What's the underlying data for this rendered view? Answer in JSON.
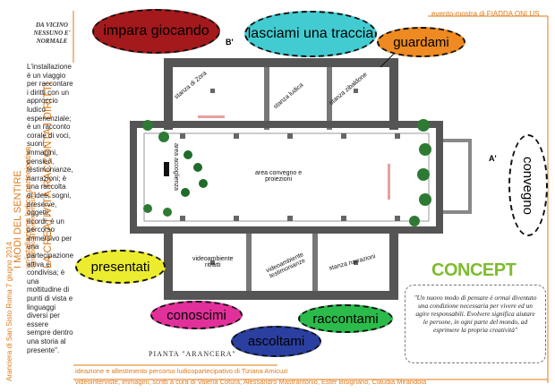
{
  "header": {
    "event_label": "evento-mostra di FIADDA ONLUS",
    "left_badge_line1": "DA VICINO",
    "left_badge_line2": "NESSUNO E'",
    "left_badge_line3": "NORMALE"
  },
  "left_column": {
    "title_line1": "I MODI DEL SENTIRE",
    "title_line2": "un'istallazione ludico-partecipativa",
    "title_line3": "contributo all'evento-mostra",
    "title_line4": "LA CREATIVITÀ RACCONTA I DIRITTI",
    "venue": "Aranciera di San Sisto Roma 7 giugno 2014",
    "description": "L'installazione è un viaggio per raccontare i diritti con un approccio ludico esperienziale; è un racconto corale di voci, suoni, immagini, pensieri, testimonianze, narrazioni; è una raccolta di idee, sogni, preserve, oggetti, ricordi; è un percorso immersivo per una partecipazione attiva e condivisa; è una moltitudine di punti di vista e linguaggi diversi per essere sempre dentro una storia al presente\"."
  },
  "bubbles": {
    "impara": "impara giocando",
    "lasciami": "lasciami una traccia",
    "guardami": "guardami",
    "convegno": "convegno",
    "presentati": "presentati",
    "conoscimi": "conoscimi",
    "ascoltami": "ascoltami",
    "raccontami": "raccontami"
  },
  "colors": {
    "impara": "#a3191c",
    "lasciami": "#42ccd1",
    "guardami": "#ee8a21",
    "convegno": "#ffffff",
    "presentati": "#ecec2e",
    "conoscimi": "#e2309a",
    "ascoltami": "#2a3fa0",
    "raccontami": "#2bbb4b",
    "concept": "#7fbb2f",
    "accent": "#e07a1a"
  },
  "rooms": {
    "zora": "stanza di Zora",
    "ludica": "stanza ludica",
    "zibaldone": "stanza zibaldone",
    "accoglienza": "area accoglienza",
    "convegno_line1": "area convegno e",
    "convegno_line2": "proiezioni",
    "ritratti_line1": "videoambiente",
    "ritratti_line2": "ritratti",
    "testimonianze_line1": "videoambiente",
    "testimonianze_line2": "testimonianze",
    "narrazioni": "stanza narrazioni"
  },
  "plan": {
    "label": "PIANTA \"ARANCERA\"",
    "mark_b": "B'",
    "mark_a": "A'"
  },
  "concept": {
    "title": "CONCEPT",
    "quote": "\"Un nuovo modo di pensare è ormai diventato una condizione necessaria per vivere ed un agire responsabili. Evolvere significa aiutare le persone, in ogni parte del mondo, ad esprimere la propria creatività\""
  },
  "credits": {
    "line1": "ideazione e allestimento percorso ludicopartecipativo di Tiziana Amicuzi",
    "line2": "videointerviste, immagini, scritti a cura di Valeria Cotura, Alessandro Mastrantonio, Ester Bisignano, Claudia Mirandola"
  }
}
